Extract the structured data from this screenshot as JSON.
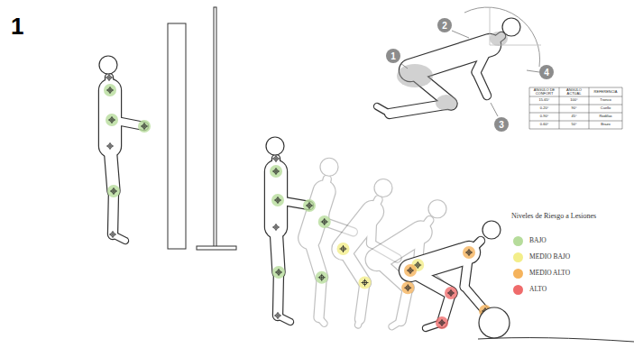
{
  "diagram": {
    "nodes": [
      {
        "text": [
          "2"
        ]
      },
      {
        "text": [
          "1"
        ]
      },
      {
        "text": [
          "4"
        ]
      },
      {
        "text": [
          "3"
        ]
      }
    ],
    "labels": [
      "1",
      "ANGULO DE CONFORT",
      "ANGULO ACTUAL",
      "REFERENCIA",
      "15-65°",
      "100°",
      "Tronco",
      "0-20°",
      "90°",
      "Cuello",
      "0-90°",
      "45°",
      "Rodillas",
      "0-60°",
      "50°",
      "Brazo",
      "Niveles de Riesgo a Lesiones"
    ],
    "legend": [
      {
        "text": "BAJO",
        "color": "#b6dc9b"
      },
      {
        "text": "MEDIO BAJO",
        "color": "#f3ee8a"
      },
      {
        "text": "MEDIO ALTO",
        "color": "#f5b35c"
      },
      {
        "text": "ALTO",
        "color": "#ef6b6b"
      }
    ]
  }
}
